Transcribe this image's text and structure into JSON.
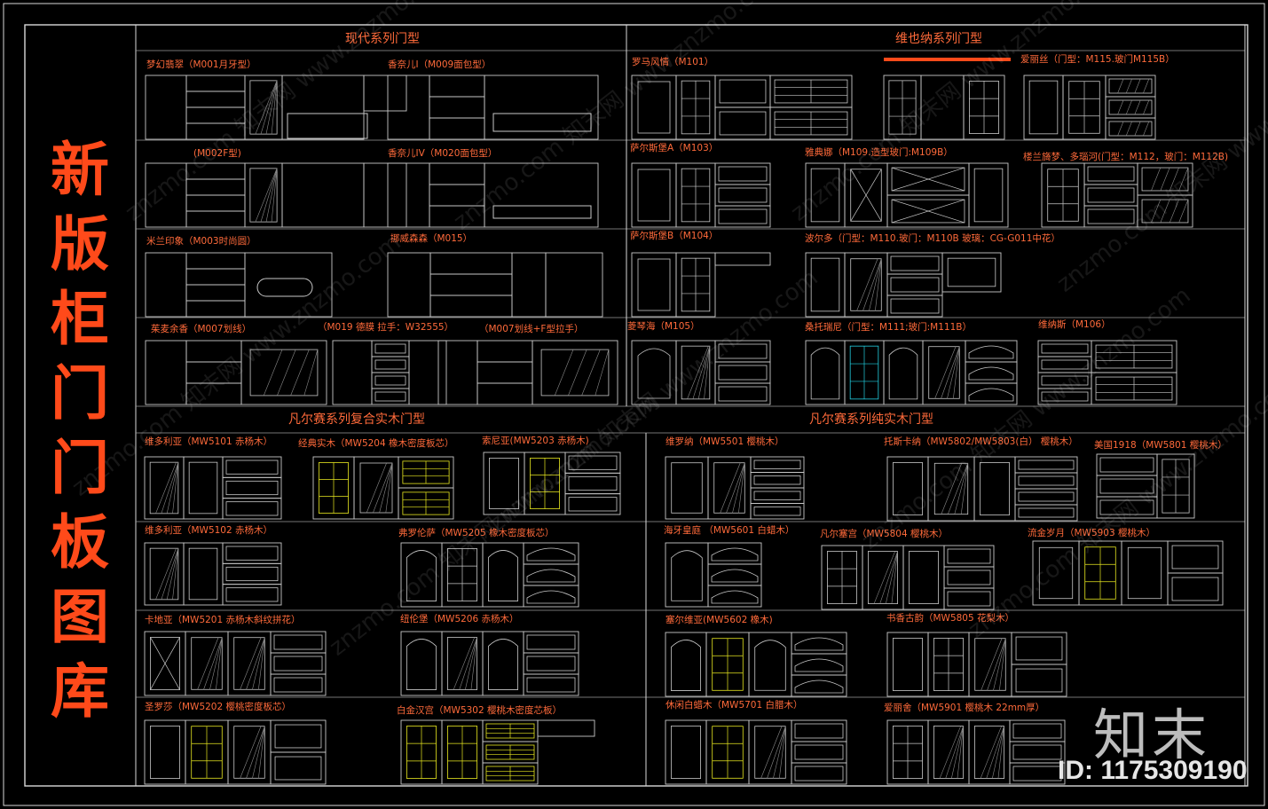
{
  "side_title": [
    "新",
    "版",
    "柜",
    "门",
    "门",
    "板",
    "图",
    "库"
  ],
  "watermark": {
    "brand": "知末",
    "id": "ID: 1175309190",
    "diagonal_text": "znzmo.com 知末网 www.znzmo.com"
  },
  "colors": {
    "frame": "#d9d9d9",
    "header": "#ff4a1a",
    "label": "#ff6a3a",
    "line": "#c8c8c8",
    "yellow": "#e8e820",
    "cyan": "#22d0e0"
  },
  "sections": [
    {
      "title": "现代系列门型"
    },
    {
      "title": "维也纳系列门型"
    },
    {
      "title": "凡尔赛系列复合实木门型"
    },
    {
      "title": "凡尔赛系列纯实木门型"
    }
  ],
  "labels": [
    "梦幻翡翠（M001月牙型）",
    "香奈儿I（M009面包型）",
    "罗马风情（M101）",
    "爱丽丝（门型：M115.玻门M115B）",
    "(M002F型)",
    "香奈儿IV（M020面包型）",
    "萨尔斯堡A（M103）",
    "雅典娜（M109.造型玻门:M109B）",
    "楼兰旖梦、多瑙河(门型：M112，玻门：M112B)",
    "米兰印象（M003时尚圆）",
    "挪威森森（M015）",
    "萨尔斯堡B（M104）",
    "波尔多（门型：M110.玻门：M110B 玻璃：CG-G011中花）",
    "茱麦余香（M007划线）",
    "（M019 德膜 拉手：W32555）",
    "（M007划线+F型拉手）",
    "菱琴海（M105）",
    "桑托瑞尼（门型：M111;玻门:M111B）",
    "维纳斯（M106）",
    "维多利亚（MW5101 赤杨木）",
    "经典实木（MW5204 橡木密度板芯）",
    "索尼亚(MW5203 赤杨木)",
    "维罗纳（MW5501 樱桃木）",
    "托斯卡纳（MW5802/MW5803(白） 樱桃木）",
    "美国1918（MW5801 樱桃木）",
    "维多利亚（MW5102 赤杨木）",
    "弗罗伦萨（MW5205 橡木密度板芯）",
    "海牙皇庭 （MW5601 白蜡木）",
    "凡尔塞宫（MW5804 樱桃木）",
    "流金岁月（MW5903 樱桃木）",
    "卡地亚（MW5201 赤杨木斜纹拼花）",
    "纽伦堡（MW5206 赤杨木）",
    "塞尔维亚(MW5602 橡木)",
    "书香古韵（MW5805 花梨木）",
    "圣罗莎（MW5202 樱桃密度板芯）",
    "白金汉宫（MW5302 樱桃木密度芯板）",
    "休闲白蜡木（MW5701 白腊木）",
    "爱丽舍（MW5901 樱桃木 22mm厚）"
  ]
}
